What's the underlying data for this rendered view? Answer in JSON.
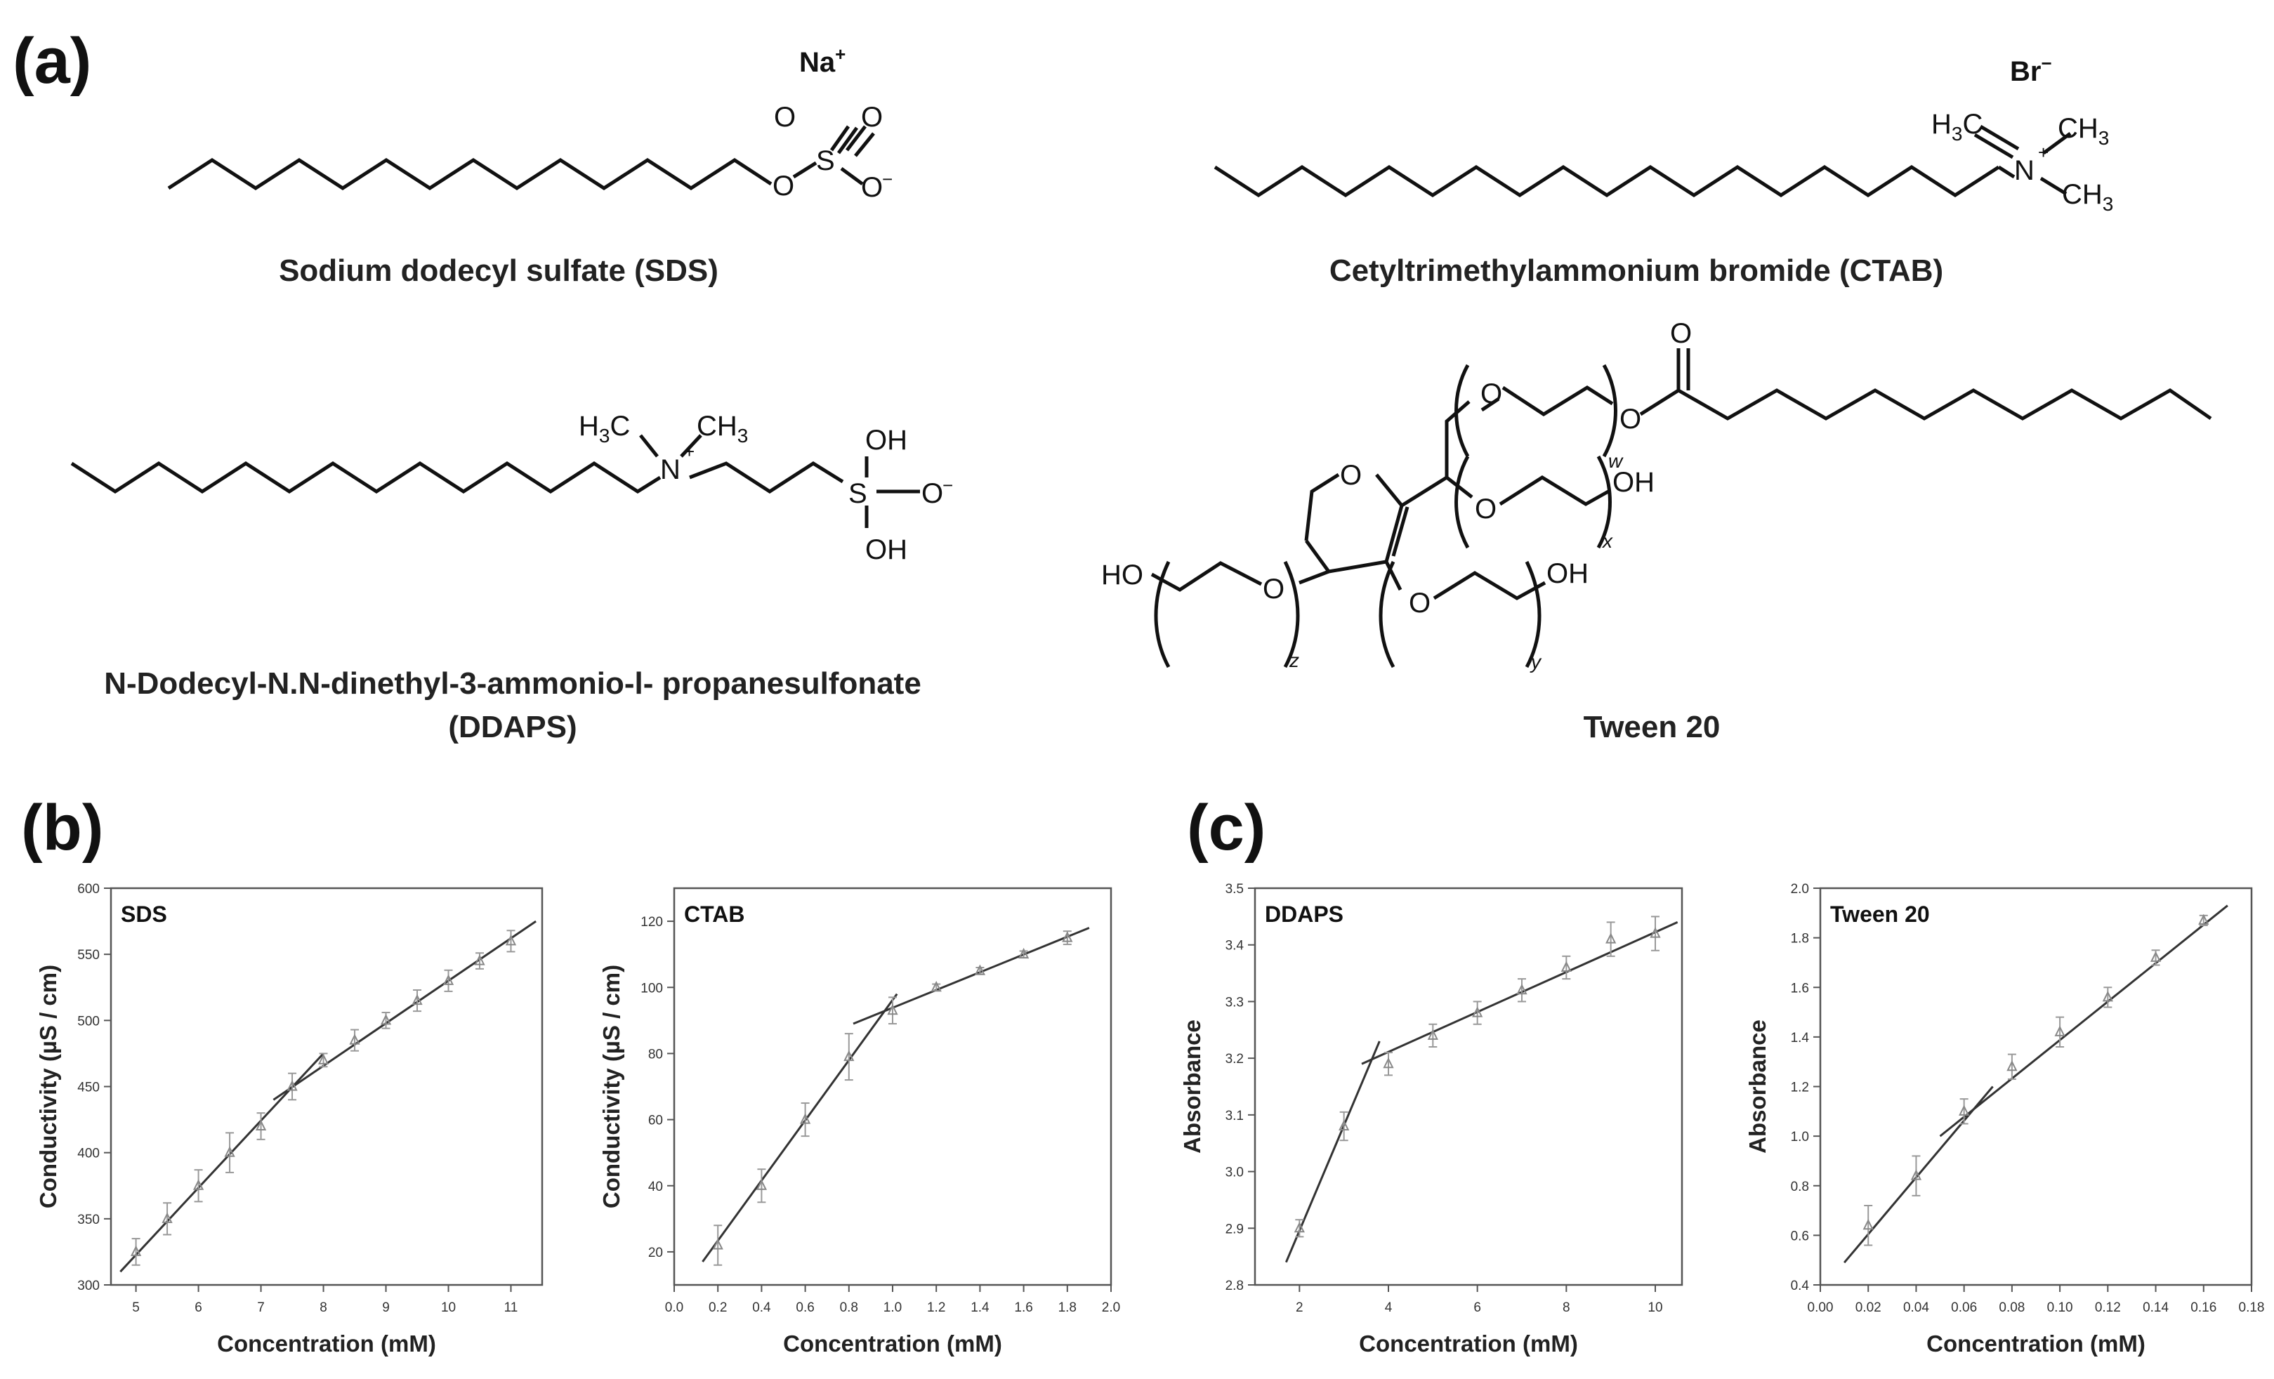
{
  "panels": {
    "a": "(a)",
    "b": "(b)",
    "c": "(c)"
  },
  "molecules": {
    "sds": {
      "name": "Sodium dodecyl sulfate (SDS)",
      "counter_ion": "Na",
      "counter_charge": "+",
      "o_minus": "O",
      "minus": "−",
      "o": "O",
      "s": "S"
    },
    "ctab": {
      "name": "Cetyltrimethylammonium bromide (CTAB)",
      "counter_ion": "Br",
      "counter_charge": "−",
      "n": "N",
      "plus": "+",
      "h3c": "H",
      "h3c_sub": "3",
      "h3c_c": "C",
      "ch3": "CH",
      "ch3_sub": "3"
    },
    "ddaps": {
      "name_line1": "N-Dodecyl-N.N-dinethyl-3-ammonio-l- propanesulfonate",
      "name_line2": "(DDAPS)",
      "n": "N",
      "plus": "+",
      "s": "S",
      "oh": "OH",
      "o_minus": "O",
      "minus": "−",
      "h3c": "H",
      "h3c_sub": "3",
      "h3c_c": "C",
      "ch3": "CH",
      "ch3_sub": "3"
    },
    "tween": {
      "name": "Tween 20",
      "o": "O",
      "ho": "HO",
      "oh": "OH",
      "sub_w": "w",
      "sub_x": "x",
      "sub_y": "y",
      "sub_z": "z"
    }
  },
  "chart_data": [
    {
      "id": "sds",
      "type": "scatter",
      "inset_label": "SDS",
      "xlabel": "Concentration (mM)",
      "ylabel": "Conductivity (µS / cm)",
      "xlim": [
        4.6,
        11.5
      ],
      "ylim": [
        300,
        600
      ],
      "xticks": [
        5,
        6,
        7,
        8,
        9,
        10,
        11
      ],
      "yticks": [
        300,
        350,
        400,
        450,
        500,
        550,
        600
      ],
      "x": [
        5,
        5.5,
        6,
        6.5,
        7,
        7.5,
        8,
        8.5,
        9,
        9.5,
        10,
        10.5,
        11
      ],
      "y": [
        325,
        350,
        375,
        400,
        420,
        450,
        470,
        485,
        500,
        515,
        530,
        545,
        560
      ],
      "err": [
        10,
        12,
        12,
        15,
        10,
        10,
        5,
        8,
        6,
        8,
        8,
        6,
        8
      ],
      "fit_lines": [
        [
          [
            4.75,
            310
          ],
          [
            8.0,
            475
          ]
        ],
        [
          [
            7.2,
            440
          ],
          [
            11.4,
            575
          ]
        ]
      ]
    },
    {
      "id": "ctab",
      "type": "scatter",
      "inset_label": "CTAB",
      "xlabel": "Concentration (mM)",
      "ylabel": "Conductivity (µS / cm)",
      "xlim": [
        0.0,
        2.0
      ],
      "ylim": [
        10,
        130
      ],
      "xticks": [
        0.0,
        0.2,
        0.4,
        0.6,
        0.8,
        1.0,
        1.2,
        1.4,
        1.6,
        1.8,
        2.0
      ],
      "yticks": [
        20,
        40,
        60,
        80,
        100,
        120
      ],
      "x": [
        0.2,
        0.4,
        0.6,
        0.8,
        1.0,
        1.2,
        1.4,
        1.6,
        1.8
      ],
      "y": [
        22,
        40,
        60,
        79,
        93,
        100,
        105,
        110,
        115
      ],
      "err": [
        6,
        5,
        5,
        7,
        4,
        1,
        1,
        1,
        2
      ],
      "fit_lines": [
        [
          [
            0.13,
            17
          ],
          [
            1.02,
            98
          ]
        ],
        [
          [
            0.82,
            89
          ],
          [
            1.9,
            118
          ]
        ]
      ]
    },
    {
      "id": "ddaps",
      "type": "scatter",
      "inset_label": "DDAPS",
      "xlabel": "Concentration (mM)",
      "ylabel": "Absorbance",
      "xlim": [
        1.0,
        10.6
      ],
      "ylim": [
        2.8,
        3.5
      ],
      "xticks": [
        2,
        4,
        6,
        8,
        10
      ],
      "yticks": [
        2.8,
        2.9,
        3.0,
        3.1,
        3.2,
        3.3,
        3.4,
        3.5
      ],
      "x": [
        2,
        3,
        4,
        5,
        6,
        7,
        8,
        9,
        10
      ],
      "y": [
        2.9,
        3.08,
        3.19,
        3.24,
        3.28,
        3.32,
        3.36,
        3.41,
        3.42
      ],
      "err": [
        0.015,
        0.025,
        0.02,
        0.02,
        0.02,
        0.02,
        0.02,
        0.03,
        0.03
      ],
      "fit_lines": [
        [
          [
            1.7,
            2.84
          ],
          [
            3.8,
            3.23
          ]
        ],
        [
          [
            3.4,
            3.19
          ],
          [
            10.5,
            3.44
          ]
        ]
      ]
    },
    {
      "id": "tween",
      "type": "scatter",
      "inset_label": "Tween 20",
      "xlabel": "Concentration (mM)",
      "ylabel": "Absorbance",
      "xlim": [
        0.0,
        0.18
      ],
      "ylim": [
        0.4,
        2.0
      ],
      "xticks": [
        0.0,
        0.02,
        0.04,
        0.06,
        0.08,
        0.1,
        0.12,
        0.14,
        0.16,
        0.18
      ],
      "yticks": [
        0.4,
        0.6,
        0.8,
        1.0,
        1.2,
        1.4,
        1.6,
        1.8,
        2.0
      ],
      "x": [
        0.02,
        0.04,
        0.06,
        0.08,
        0.1,
        0.12,
        0.14,
        0.16
      ],
      "y": [
        0.64,
        0.84,
        1.1,
        1.28,
        1.42,
        1.56,
        1.72,
        1.87
      ],
      "err": [
        0.08,
        0.08,
        0.05,
        0.05,
        0.06,
        0.04,
        0.03,
        0.02
      ],
      "fit_lines": [
        [
          [
            0.01,
            0.49
          ],
          [
            0.072,
            1.2
          ]
        ],
        [
          [
            0.05,
            1.0
          ],
          [
            0.17,
            1.93
          ]
        ]
      ]
    }
  ]
}
